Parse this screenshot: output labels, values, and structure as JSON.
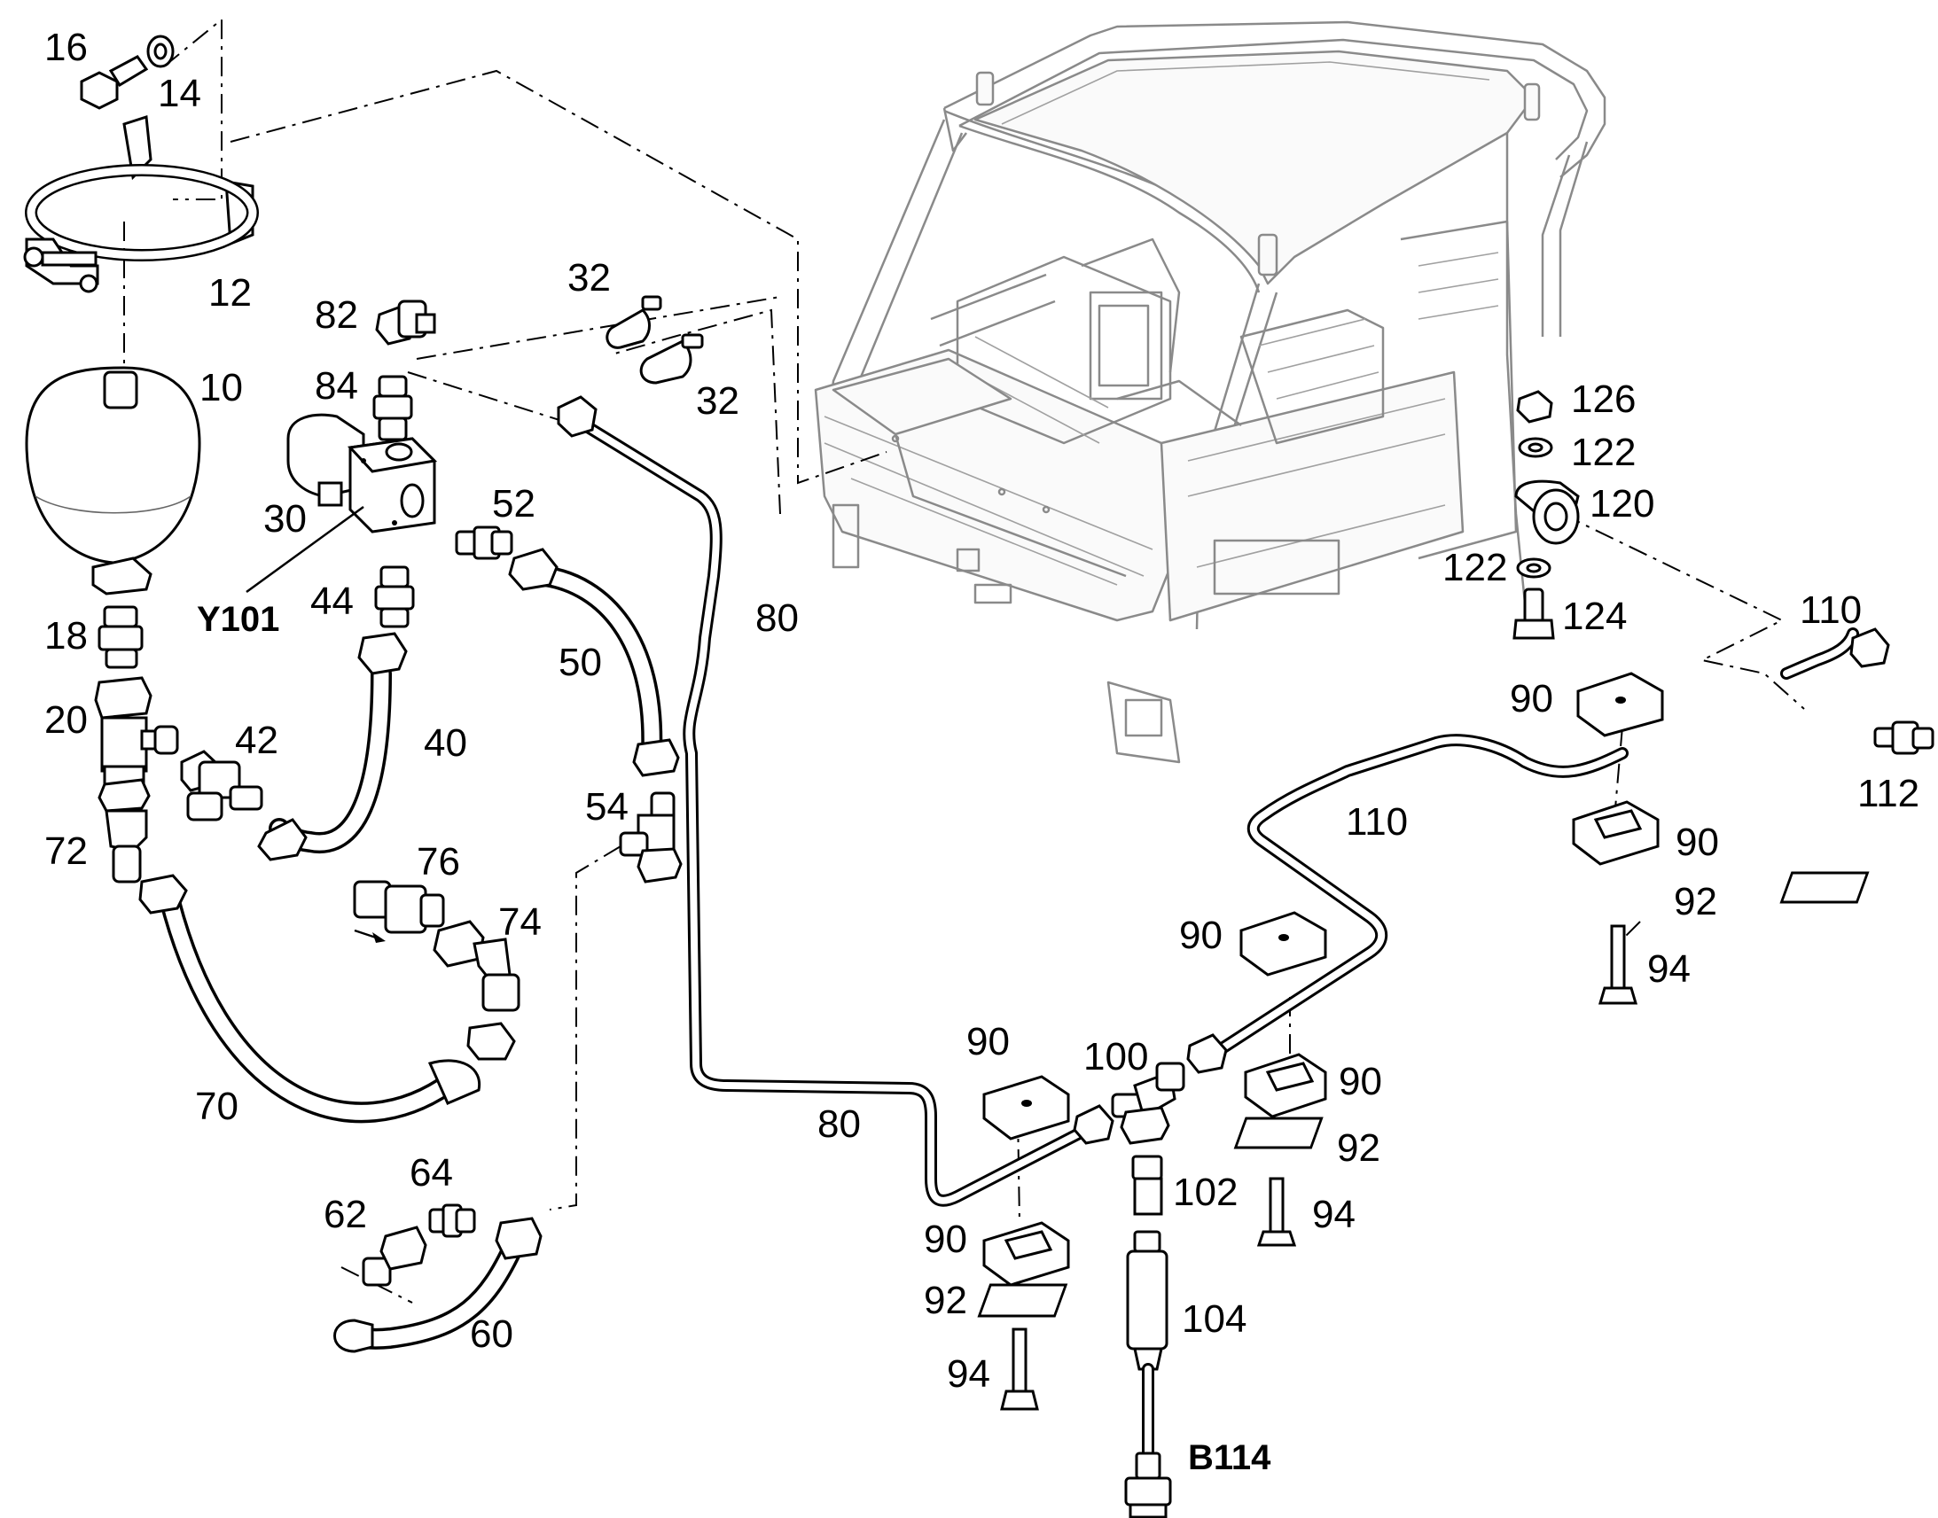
{
  "callouts": [
    {
      "id": "c16",
      "text": "16"
    },
    {
      "id": "c14",
      "text": "14"
    },
    {
      "id": "c12",
      "text": "12"
    },
    {
      "id": "c10",
      "text": "10"
    },
    {
      "id": "c18",
      "text": "18"
    },
    {
      "id": "c20",
      "text": "20"
    },
    {
      "id": "c72",
      "text": "72"
    },
    {
      "id": "c70",
      "text": "70"
    },
    {
      "id": "c82",
      "text": "82"
    },
    {
      "id": "c84",
      "text": "84"
    },
    {
      "id": "c30",
      "text": "30"
    },
    {
      "id": "cY101",
      "text": "Y101"
    },
    {
      "id": "c44",
      "text": "44"
    },
    {
      "id": "c42",
      "text": "42"
    },
    {
      "id": "c40",
      "text": "40"
    },
    {
      "id": "c32a",
      "text": "32"
    },
    {
      "id": "c32b",
      "text": "32"
    },
    {
      "id": "c52",
      "text": "52"
    },
    {
      "id": "c50",
      "text": "50"
    },
    {
      "id": "c54",
      "text": "54"
    },
    {
      "id": "c76",
      "text": "76"
    },
    {
      "id": "c74",
      "text": "74"
    },
    {
      "id": "c64",
      "text": "64"
    },
    {
      "id": "c62",
      "text": "62"
    },
    {
      "id": "c60",
      "text": "60"
    },
    {
      "id": "c80a",
      "text": "80"
    },
    {
      "id": "c80b",
      "text": "80"
    },
    {
      "id": "c90a",
      "text": "90"
    },
    {
      "id": "c90b",
      "text": "90"
    },
    {
      "id": "c92a",
      "text": "92"
    },
    {
      "id": "c94a",
      "text": "94"
    },
    {
      "id": "c100",
      "text": "100"
    },
    {
      "id": "c102",
      "text": "102"
    },
    {
      "id": "c104",
      "text": "104"
    },
    {
      "id": "cB114",
      "text": "B114"
    },
    {
      "id": "c90c",
      "text": "90"
    },
    {
      "id": "c90d",
      "text": "90"
    },
    {
      "id": "c92b",
      "text": "92"
    },
    {
      "id": "c94b",
      "text": "94"
    },
    {
      "id": "c110a",
      "text": "110"
    },
    {
      "id": "c110b",
      "text": "110"
    },
    {
      "id": "c90e",
      "text": "90"
    },
    {
      "id": "c90f",
      "text": "90"
    },
    {
      "id": "c92c",
      "text": "92"
    },
    {
      "id": "c94c",
      "text": "94"
    },
    {
      "id": "c112",
      "text": "112"
    },
    {
      "id": "c126",
      "text": "126"
    },
    {
      "id": "c122a",
      "text": "122"
    },
    {
      "id": "c120",
      "text": "120"
    },
    {
      "id": "c122b",
      "text": "122"
    },
    {
      "id": "c124",
      "text": "124"
    }
  ]
}
